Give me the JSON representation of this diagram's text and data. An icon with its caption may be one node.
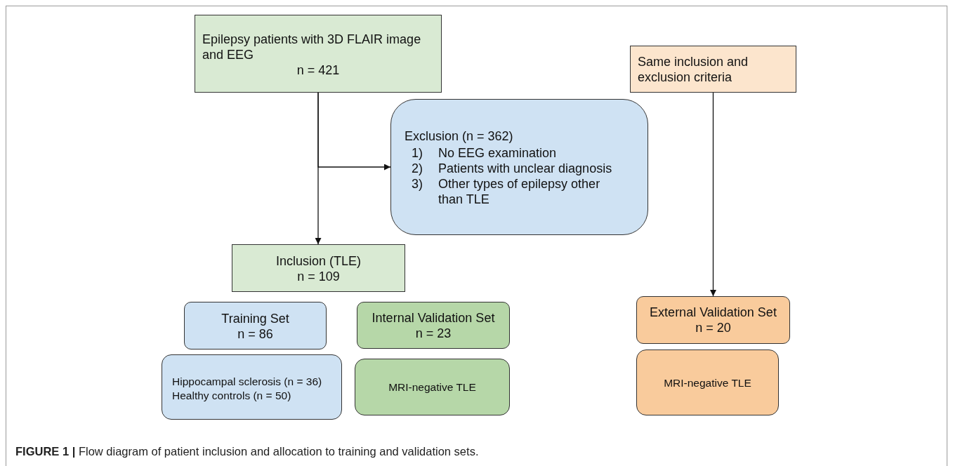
{
  "diagram": {
    "caption": "**FIGURE 1 |** Flow diagram of patient inclusion and allocation to training and validation sets.",
    "nodes": [
      {
        "text": [
          "Epilepsy patients with 3D FLAIR image and EEG",
          "n = 421"
        ]
      },
      {
        "text": [
          "Exclusion (n = 362)",
          "1)",
          "No EEG examination",
          "2)",
          "Patients with unclear diagnosis",
          "3)",
          "Other types of epilepsy other than TLE"
        ]
      },
      {
        "text": [
          "Inclusion (TLE)",
          "n = 109"
        ]
      },
      {
        "text": [
          "Same inclusion and exclusion criteria"
        ]
      },
      {
        "text": [
          "Training Set",
          "n = 86"
        ]
      },
      {
        "text": [
          "Internal Validation Set",
          "n = 23"
        ]
      },
      {
        "text": [
          "External Validation Set",
          "n = 20"
        ]
      },
      {
        "text": [
          "Hippocampal sclerosis (n = 36)",
          "Healthy controls (n = 50)"
        ]
      },
      {
        "text": [
          "MRI-negative TLE"
        ]
      },
      {
        "text": [
          "MRI-negative TLE"
        ]
      }
    ],
    "edges": [
      {
        "from": 0,
        "to": 2,
        "arrow": "to"
      },
      {
        "from": 0,
        "to": 1,
        "arrow": "to"
      },
      {
        "from": 3,
        "to": 6,
        "arrow": "to"
      }
    ]
  }
}
